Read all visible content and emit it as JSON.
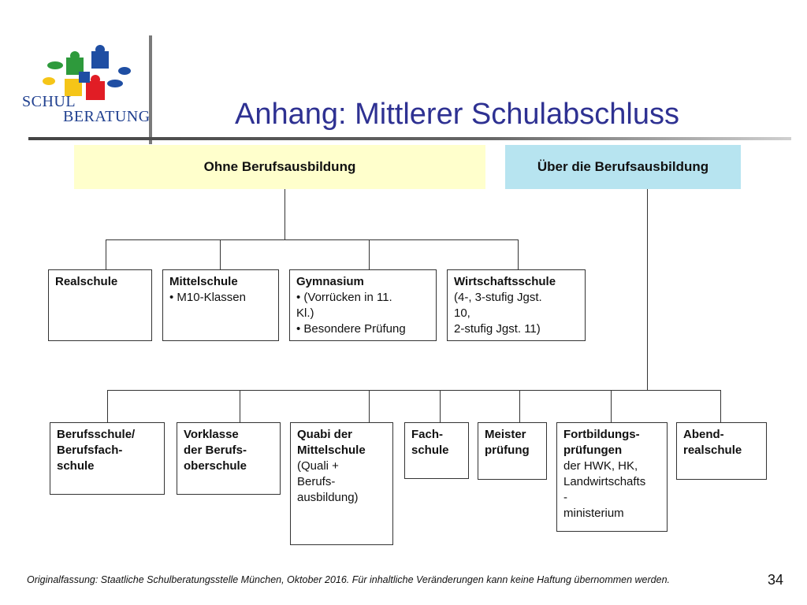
{
  "logo": {
    "line1": "SCHUL",
    "line2": "BERATUNG"
  },
  "title": "Anhang: Mittlerer Schulabschluss",
  "headers": {
    "left": "Ohne Berufsausbildung",
    "right": "Über die Berufsausbildung"
  },
  "row1": [
    {
      "title": "Realschule",
      "lines": []
    },
    {
      "title": "Mittelschule",
      "lines": [
        "• M10-Klassen"
      ]
    },
    {
      "title": "Gymnasium",
      "lines": [
        "• (Vorrücken in 11.",
        "Kl.)",
        "• Besondere Prüfung"
      ]
    },
    {
      "title": "Wirtschaftsschule",
      "lines": [
        "(4-, 3-stufig Jgst.",
        "10,",
        "2-stufig Jgst. 11)"
      ]
    }
  ],
  "row2": [
    {
      "title_lines": [
        "Berufsschule/",
        "Berufsfach-",
        "schule"
      ],
      "lines": []
    },
    {
      "title_lines": [
        "Vorklasse",
        "der Berufs-",
        "oberschule"
      ],
      "lines": []
    },
    {
      "title_lines": [
        "Quabi der",
        "Mittelschule"
      ],
      "lines": [
        "(Quali +",
        "Berufs-",
        "ausbildung)"
      ]
    },
    {
      "title_lines": [
        "Fach-",
        "schule"
      ],
      "lines": []
    },
    {
      "title_lines": [
        "Meister",
        "prüfung"
      ],
      "lines": []
    },
    {
      "title_lines": [
        "Fortbildungs-",
        "prüfungen"
      ],
      "lines": [
        "der HWK, HK,",
        "Landwirtschafts",
        "-",
        "ministerium"
      ]
    },
    {
      "title_lines": [
        "Abend-",
        "realschule"
      ],
      "lines": []
    }
  ],
  "footer": "Originalfassung: Staatliche Schulberatungsstelle München, Oktober 2016.  Für inhaltliche Veränderungen kann keine Haftung übernommen werden.",
  "page_number": "34",
  "colors": {
    "title": "#2e3192",
    "header_left_bg": "#ffffcc",
    "header_right_bg": "#b7e4f0",
    "logo_green": "#2e9a3c",
    "logo_blue": "#1f4ea3",
    "logo_red": "#e11d25",
    "logo_yellow": "#f5c518"
  }
}
